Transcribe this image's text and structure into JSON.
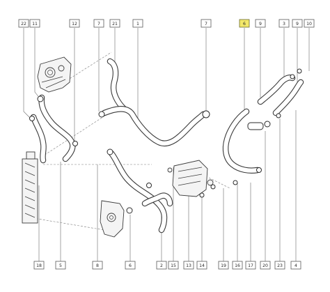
{
  "callouts": {
    "top": [
      {
        "id": "c22",
        "label": "22"
      },
      {
        "id": "c11",
        "label": "11"
      },
      {
        "id": "c12",
        "label": "12"
      },
      {
        "id": "c7",
        "label": "7"
      },
      {
        "id": "c21",
        "label": "21"
      },
      {
        "id": "c1",
        "label": "1"
      },
      {
        "id": "c7b",
        "label": "7"
      },
      {
        "id": "c6",
        "label": "6",
        "highlighted": true
      },
      {
        "id": "c9",
        "label": "9"
      },
      {
        "id": "c3",
        "label": "3"
      },
      {
        "id": "c9b",
        "label": "9"
      },
      {
        "id": "c10",
        "label": "10"
      }
    ],
    "bottom": [
      {
        "id": "b18",
        "label": "18"
      },
      {
        "id": "b5",
        "label": "5"
      },
      {
        "id": "b8",
        "label": "8"
      },
      {
        "id": "b6",
        "label": "6"
      },
      {
        "id": "b2",
        "label": "2"
      },
      {
        "id": "b15",
        "label": "15"
      },
      {
        "id": "b13",
        "label": "13"
      },
      {
        "id": "b14",
        "label": "14"
      },
      {
        "id": "b19",
        "label": "19"
      },
      {
        "id": "b16",
        "label": "16"
      },
      {
        "id": "b17",
        "label": "17"
      },
      {
        "id": "b20",
        "label": "20"
      },
      {
        "id": "b23",
        "label": "23"
      },
      {
        "id": "b4",
        "label": "4"
      }
    ]
  },
  "colors": {
    "highlight": "#f3e86a",
    "line": "#3a3a3a",
    "background": "#ffffff"
  }
}
